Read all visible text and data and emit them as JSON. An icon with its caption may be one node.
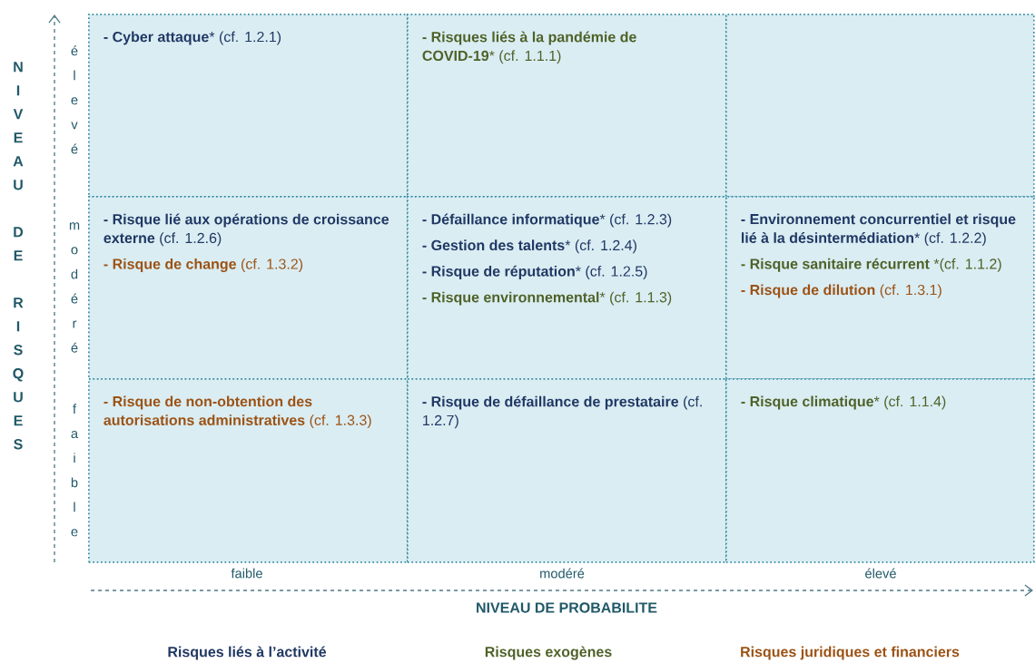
{
  "diagram": {
    "nodes": [
      {
        "text": [
          "**- Cyber attaque*** (cf. 1.2.1)"
        ]
      },
      {
        "text": [
          "**- Risques liés à la pandémie de COVID-19*** (cf. 1.1.1)"
        ]
      },
      {
        "text": [],
        "shape": "box"
      },
      {
        "text": [
          "**- Risque lié aux opérations de croissance externe** (cf. 1.2.6)",
          "**- Risque de change** (cf. 1.3.2)"
        ]
      },
      {
        "text": [
          "**- Défaillance informatique*** (cf. 1.2.3)",
          "**- Gestion des talents*** (cf. 1.2.4)",
          "**- Risque de réputation*** (cf. 1.2.5)",
          "**- Risque environnemental*** (cf. 1.1.3)"
        ]
      },
      {
        "text": [
          "**- Environnement concurrentiel et risque lié à la désintermédiation*** (cf. 1.2.2)",
          "**- Risque sanitaire récurrent** *(cf. 1.1.2)",
          "**- Risque de dilution** (cf. 1.3.1)"
        ]
      },
      {
        "text": [
          "**- Risque de non-obtention des autorisations administratives** (cf. 1.3.3)"
        ]
      },
      {
        "text": [
          "**- Risque de défaillance de prestataire** (cf. 1.2.7)"
        ]
      },
      {
        "text": [
          "**- Risque climatique*** (cf. 1.1.4)"
        ]
      }
    ],
    "labels": [
      "NIVEAU DE RISQUES",
      "élevé",
      "modéré",
      "faible",
      "faible",
      "modéré",
      "élevé",
      "NIVEAU DE PROBABILITE"
    ],
    "legend": [
      {
        "text": "Risques liés à l’activité",
        "color": "#203864"
      },
      {
        "text": "Risques exogènes",
        "color": "#4f6228"
      },
      {
        "text": "Risques juridiques et financiers",
        "color": "#9c5214"
      }
    ]
  }
}
